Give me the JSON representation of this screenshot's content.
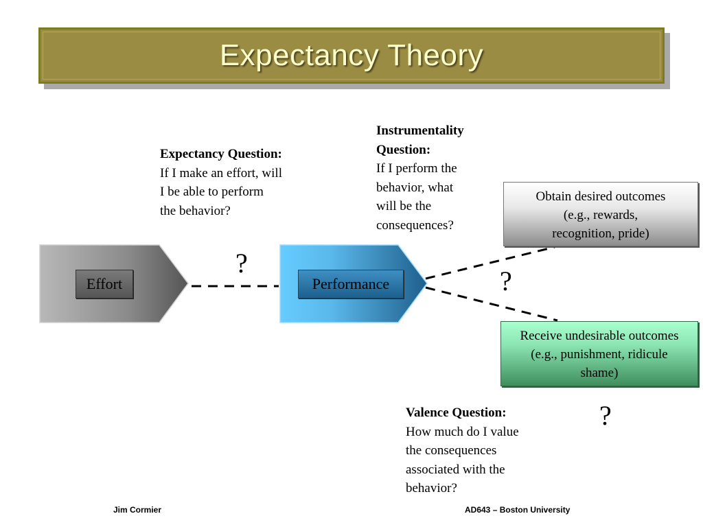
{
  "slide": {
    "title": "Expectancy Theory"
  },
  "expectancy": {
    "heading": "Expectancy Question:",
    "lines": [
      "If I make an effort, will",
      "I be able to perform",
      "the behavior?"
    ]
  },
  "instrumentality": {
    "heading_lines": [
      "Instrumentality",
      "Question:"
    ],
    "lines": [
      "If I perform the",
      "behavior, what",
      "will be the",
      "consequences?"
    ]
  },
  "valence": {
    "heading": "Valence  Question:",
    "lines": [
      "How much do I value",
      "the consequences",
      "associated with the",
      "behavior?"
    ]
  },
  "nodes": {
    "effort": "Effort",
    "performance": "Performance"
  },
  "outcomes": {
    "desired": [
      "Obtain desired outcomes",
      "(e.g., rewards,",
      "recognition, pride)"
    ],
    "undesirable": [
      "Receive undesirable outcomes",
      "(e.g., punishment, ridicule",
      "shame)"
    ]
  },
  "marks": {
    "q1": "?",
    "q2": "?",
    "q3": "?"
  },
  "footer": {
    "author": "Jim Cormier",
    "course": "AD643 – Boston University"
  },
  "colors": {
    "title_bg": "#9b8c43",
    "title_text": "#ffffcc",
    "effort_arrow": "#8a8a8a",
    "performance_arrow": "#5cc6f5",
    "desired_box": "#e8e8e8",
    "undesirable_box": "#8ce6b4"
  }
}
